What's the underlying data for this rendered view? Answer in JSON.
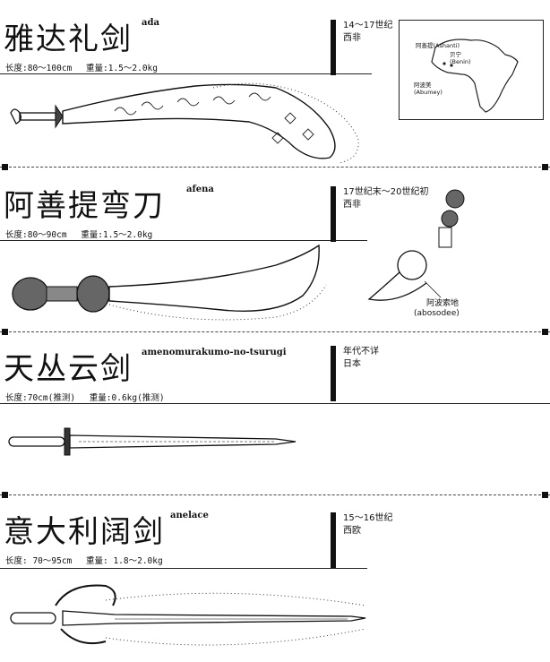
{
  "sections": [
    {
      "title": "雅达礼剑",
      "roman": "ada",
      "length": "长度:80～100cm",
      "weight": "重量:1.5～2.0kg",
      "era": "14～17世纪",
      "region": "西非"
    },
    {
      "title": "阿善提弯刀",
      "roman": "afena",
      "length": "长度:80～90cm",
      "weight": "重量:1.5～2.0kg",
      "era": "17世纪末～20世纪初",
      "region": "西非"
    },
    {
      "title": "天丛云剑",
      "roman": "amenomurakumo-no-tsurugi",
      "length": "长度:70cm(推测)",
      "weight": "重量:0.6kg(推测)",
      "era": "年代不详",
      "region": "日本"
    },
    {
      "title": "意大利阔剑",
      "roman": "anelace",
      "length": "长度: 70～95cm",
      "weight": "重量: 1.8～2.0kg",
      "era": "15～16世纪",
      "region": "西欧"
    }
  ],
  "map": {
    "labels": [
      "阿善提(Ashanti)",
      "贝宁",
      "(Benin)",
      "阿波美",
      "(Abumey)"
    ]
  },
  "figure_label": {
    "cn": "阿波索地",
    "en": "(abosodee)"
  }
}
